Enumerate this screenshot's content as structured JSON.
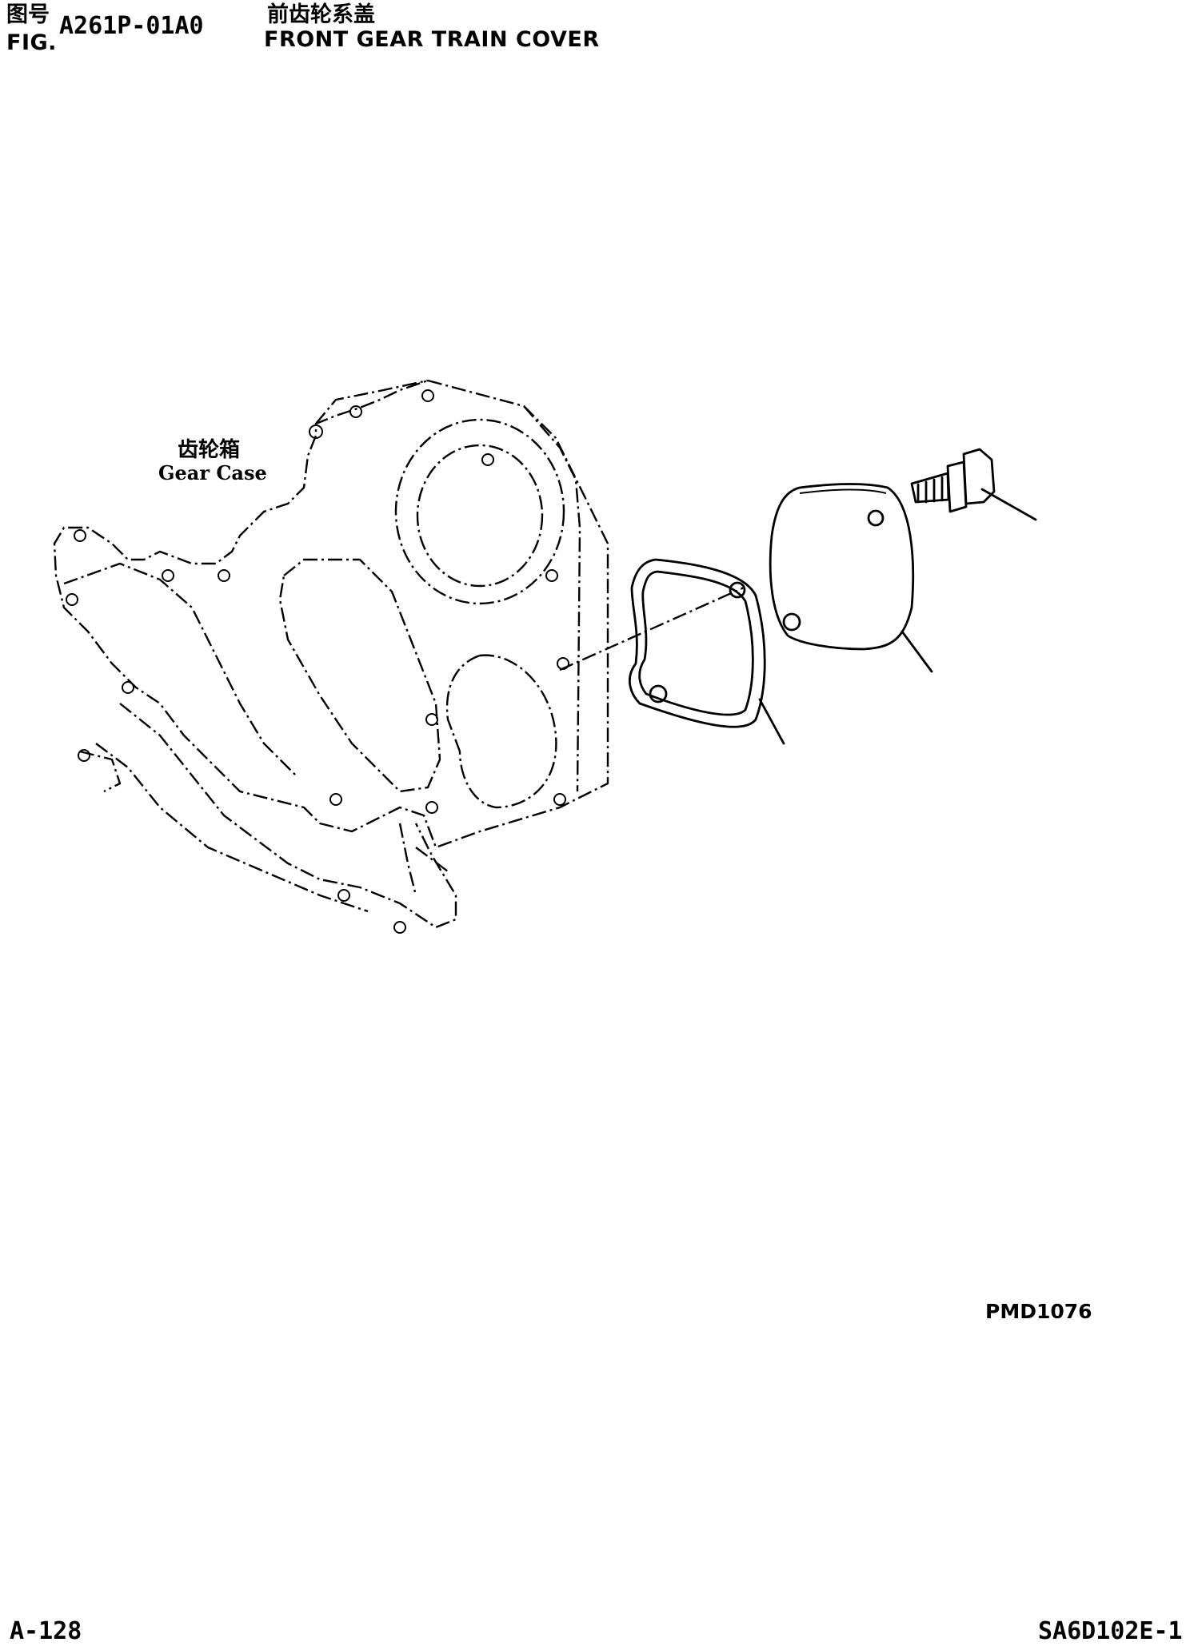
{
  "header": {
    "fig_label_cn": "图号",
    "fig_label_en": "FIG.",
    "fig_number": "A261P-01A0",
    "title_cn": "前齿轮系盖",
    "title_en": "FRONT GEAR TRAIN COVER"
  },
  "diagram": {
    "gear_case_label_cn": "齿轮箱",
    "gear_case_label_en": "Gear Case",
    "reference_code": "PMD1076",
    "parts": [
      "gear-case",
      "gasket",
      "cover-plate",
      "bolt"
    ]
  },
  "footer": {
    "page_number": "A-128",
    "model_code": "SA6D102E-1"
  }
}
